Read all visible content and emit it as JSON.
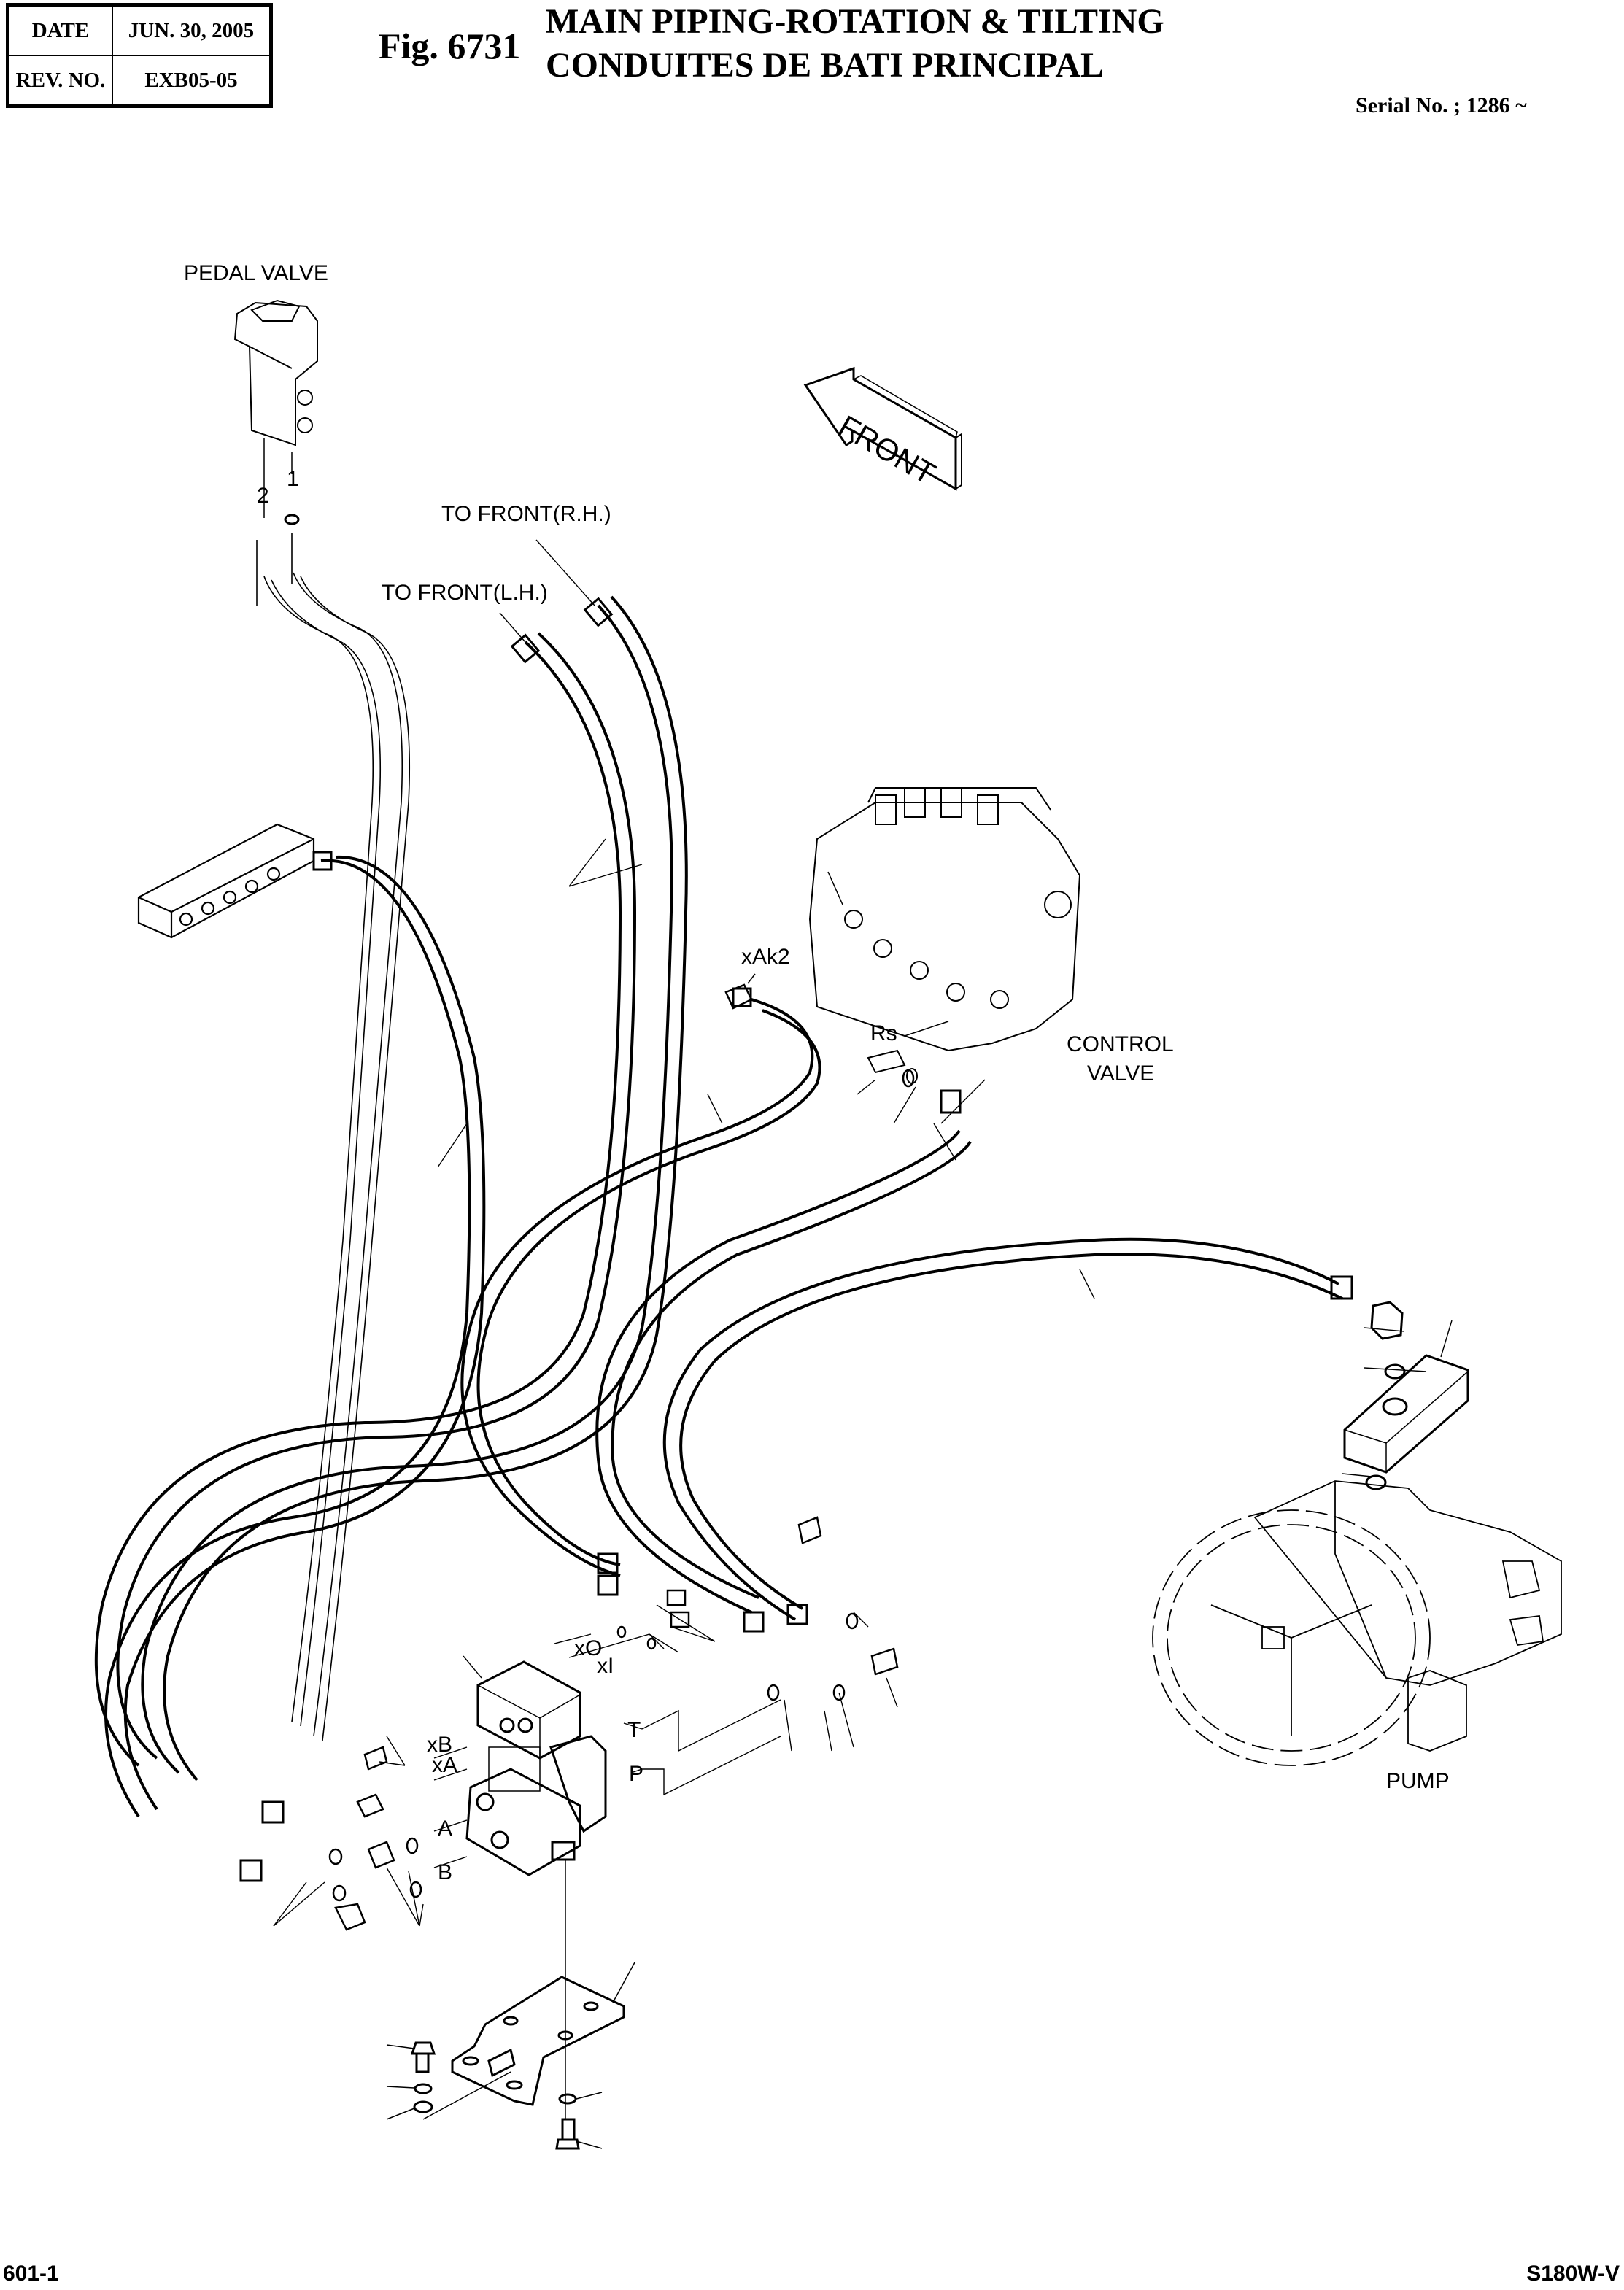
{
  "header": {
    "date_label": "DATE",
    "date_value": "JUN. 30, 2005",
    "rev_label": "REV. NO.",
    "rev_value": "EXB05-05",
    "figure_number": "Fig. 6731",
    "title_en": "MAIN PIPING-ROTATION & TILTING",
    "title_fr": "CONDUITES DE BATI PRINCIPAL",
    "serial": "Serial No. ; 1286 ~"
  },
  "footer": {
    "page": "601-1",
    "model": "S180W-V"
  },
  "labels": {
    "pedal_valve": "PEDAL VALVE",
    "port_1": "1",
    "port_2": "2",
    "to_front_rh": "TO FRONT(R.H.)",
    "to_front_lh": "TO FRONT(L.H.)",
    "front_arrow": "FRONT",
    "xak2": "xAk2",
    "rs": "Rs",
    "control_valve_line1": "CONTROL",
    "control_valve_line2": "VALVE",
    "xo": "xO",
    "xi": "xI",
    "xb": "xB",
    "xa": "xA",
    "t": "T",
    "p": "P",
    "a": "A",
    "b": "B",
    "pump": "PUMP"
  }
}
